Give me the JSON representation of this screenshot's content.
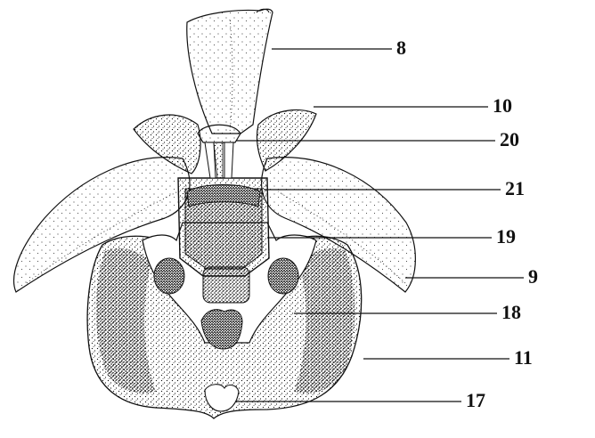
{
  "labels": [
    "8",
    "10",
    "20",
    "21",
    "19",
    "9",
    "18",
    "11",
    "17"
  ],
  "colors": {
    "ink": "#111111",
    "paper": "#ffffff"
  }
}
